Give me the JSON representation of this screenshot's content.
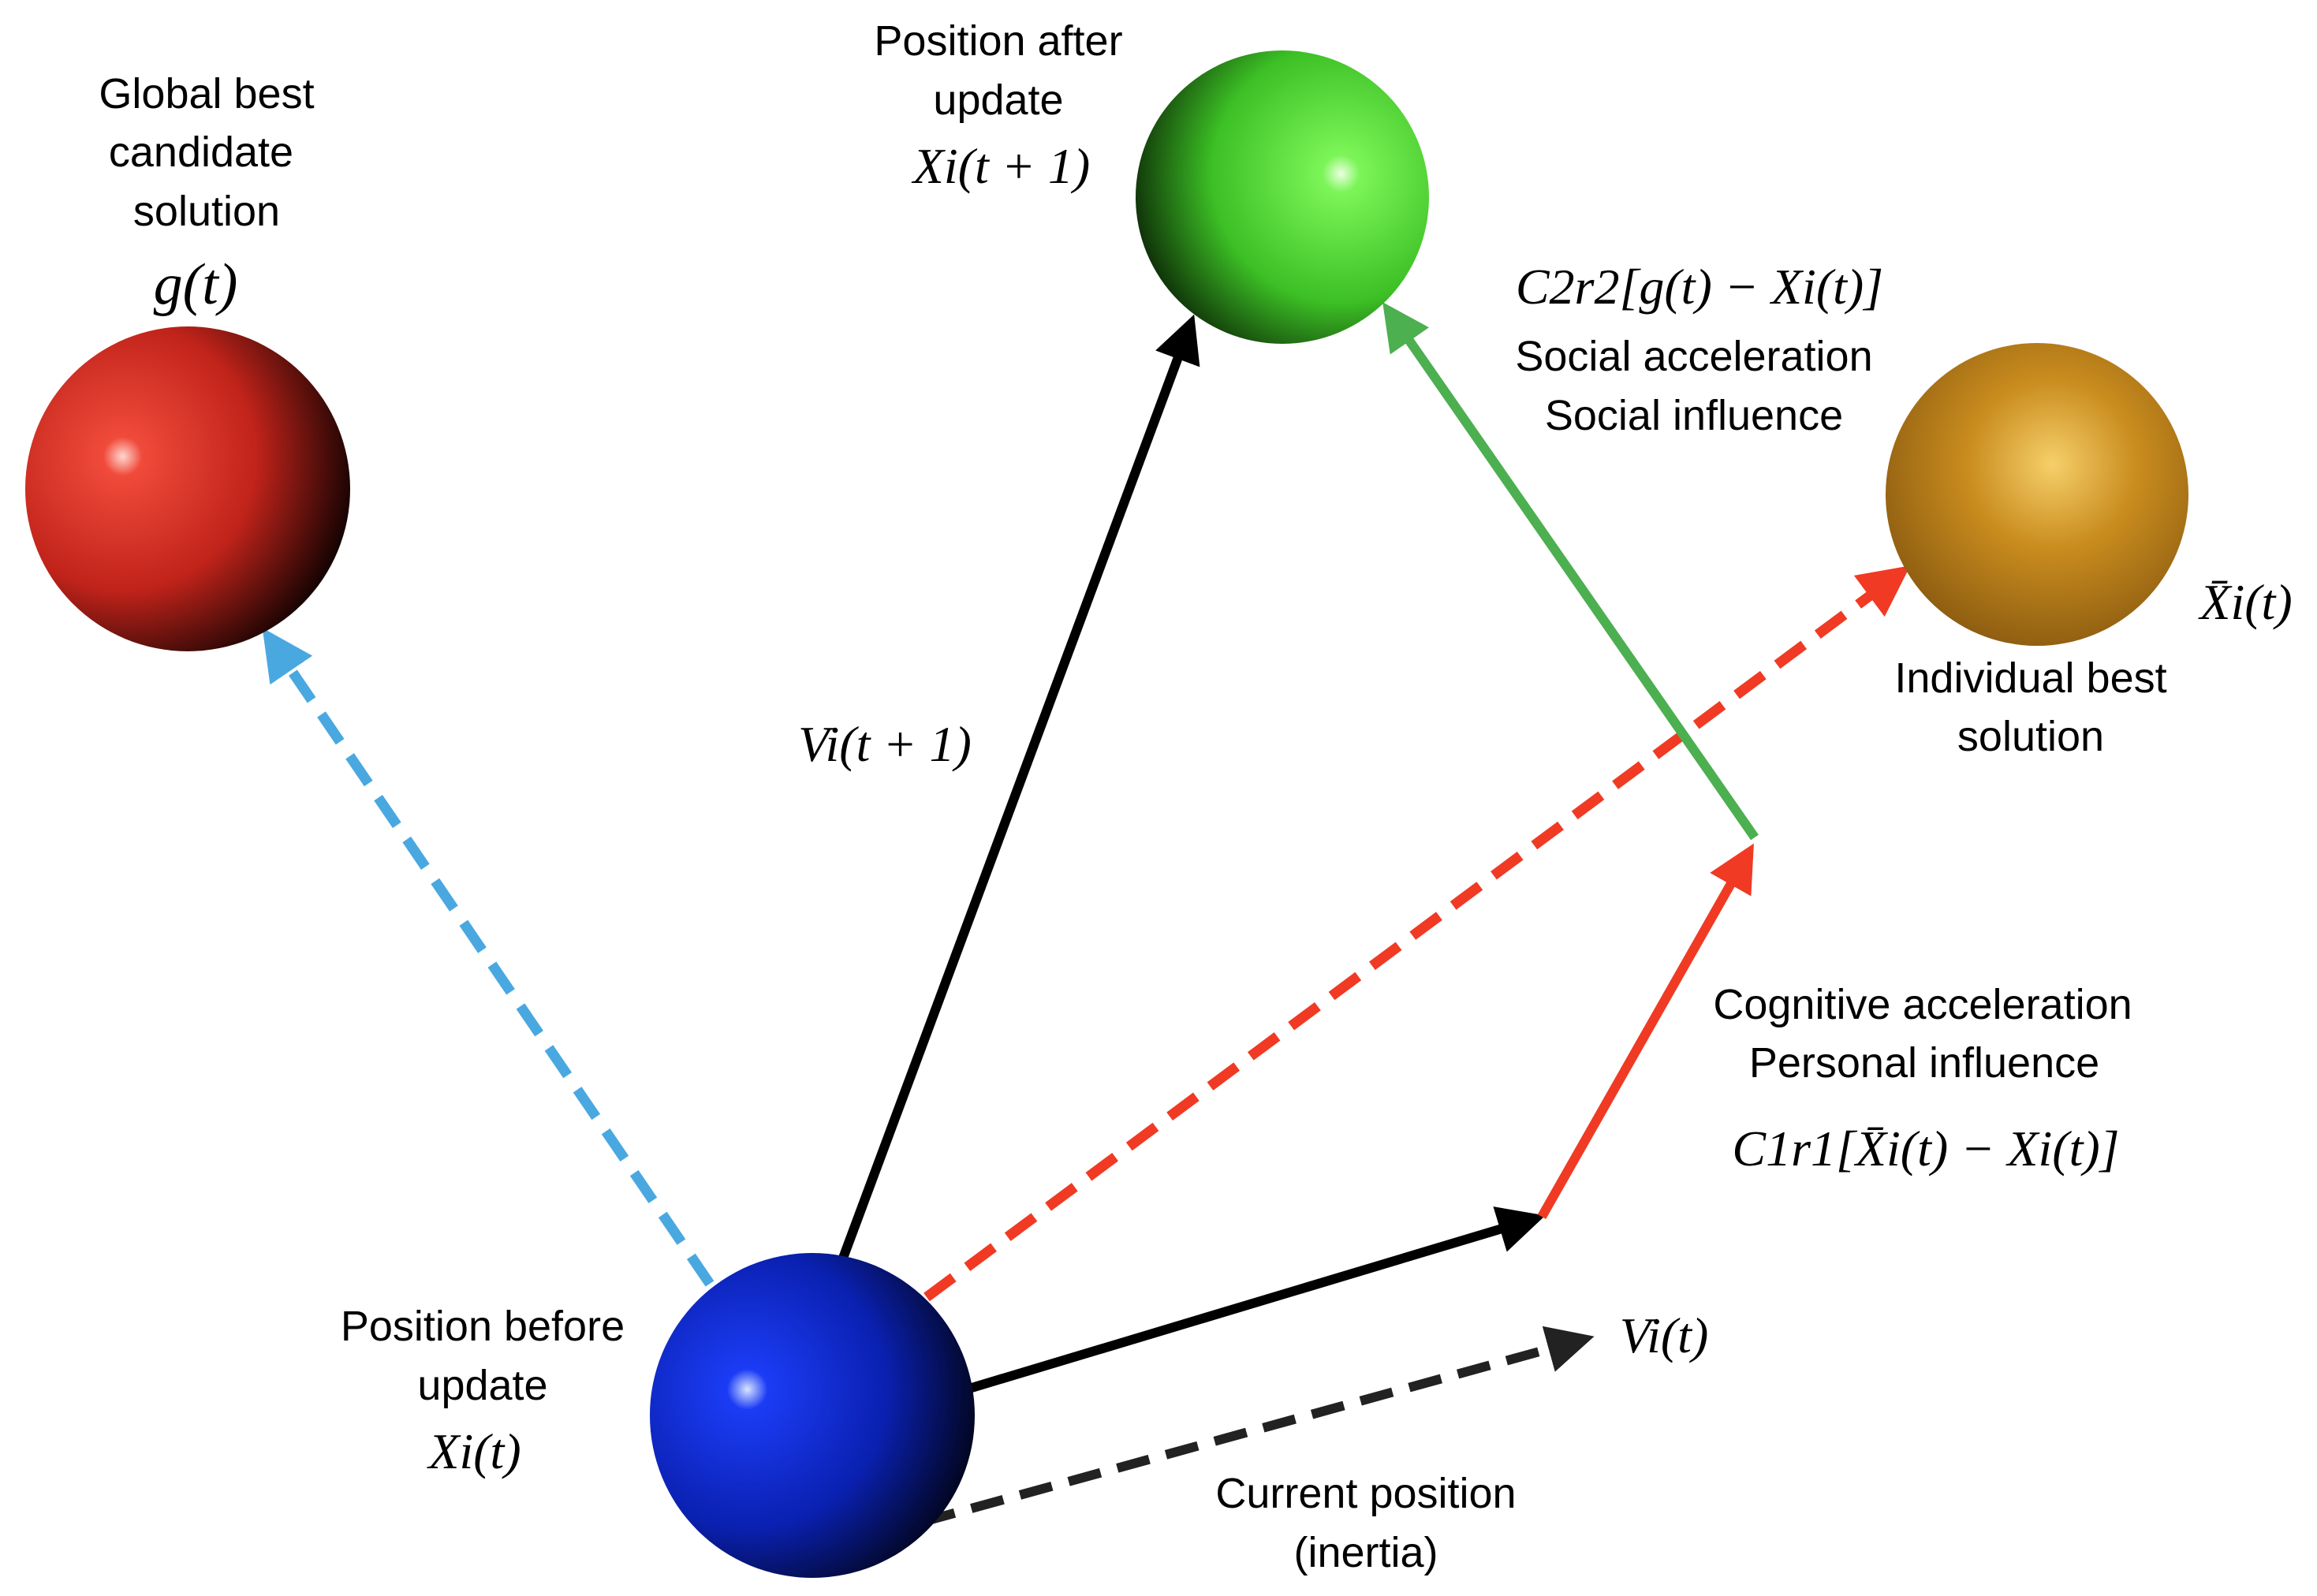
{
  "colors": {
    "global_best": "#e8342a",
    "after_update": "#6ef046",
    "personal_best": "#c9901e",
    "before_update": "#0a2de8",
    "social_arrow": "#4caf50",
    "cognitive_arrow": "#f03a24",
    "global_dashed": "#4aa8e0",
    "black": "#000000",
    "inertia_dashed": "#222222"
  },
  "labels": {
    "global_best": [
      "Global best",
      "candidate",
      "solution"
    ],
    "global_best_math": "g(t)",
    "after_update": [
      "Position after",
      "update"
    ],
    "after_update_math": "Xi(t + 1)",
    "social_math": "C2r2[g(t) − Xi(t)]",
    "social": [
      "Social acceleration",
      "Social influence"
    ],
    "personal_best_math": "X̄i(t)",
    "personal_best": [
      "Individual best",
      "solution"
    ],
    "velocity_next_math": "Vi(t + 1)",
    "cognitive": [
      "Cognitive acceleration",
      "Personal influence"
    ],
    "cognitive_math": "C1r1[X̄i(t) − Xi(t)]",
    "before_update": [
      "Position before",
      "update"
    ],
    "before_update_math": "Xi(t)",
    "velocity_current_math": "Vi(t)",
    "inertia": [
      "Current position",
      "(inertia)"
    ]
  },
  "icons": {
    "global_best": "red-sphere",
    "after_update": "green-sphere",
    "personal_best": "orange-sphere",
    "before_update": "blue-sphere"
  }
}
